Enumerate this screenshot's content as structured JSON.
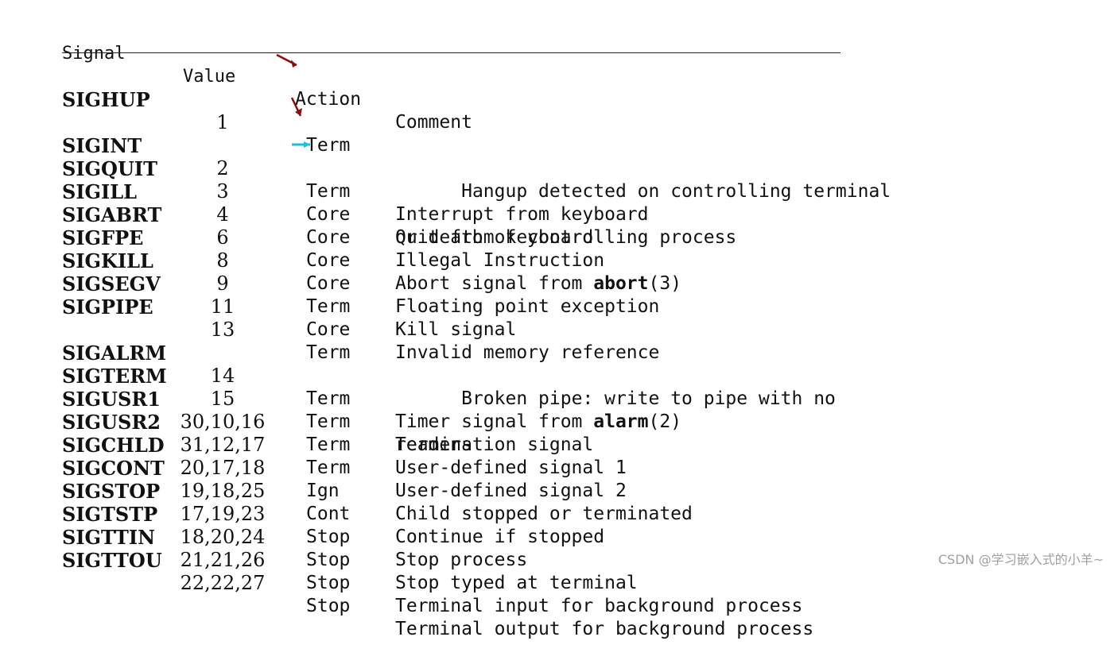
{
  "table": {
    "headers": {
      "signal": "Signal",
      "value": "Value",
      "action": "Action",
      "comment": "Comment"
    },
    "rows": [
      {
        "signal": "SIGHUP",
        "value": "1",
        "action": "Term",
        "comment": "Hangup detected on controlling terminal",
        "comment2": "or death of controlling process"
      },
      {
        "signal": "SIGINT",
        "value": "2",
        "action": "Term",
        "comment": "Interrupt from keyboard"
      },
      {
        "signal": "SIGQUIT",
        "value": "3",
        "action": "Core",
        "comment": "Quit from keyboard"
      },
      {
        "signal": "SIGILL",
        "value": "4",
        "action": "Core",
        "comment": "Illegal Instruction"
      },
      {
        "signal": "SIGABRT",
        "value": "6",
        "action": "Core",
        "comment_pre": "Abort signal from ",
        "comment_bold": "abort",
        "comment_post": "(3)"
      },
      {
        "signal": "SIGFPE",
        "value": "8",
        "action": "Core",
        "comment": "Floating point exception"
      },
      {
        "signal": "SIGKILL",
        "value": "9",
        "action": "Term",
        "comment": "Kill signal"
      },
      {
        "signal": "SIGSEGV",
        "value": "11",
        "action": "Core",
        "comment": "Invalid memory reference"
      },
      {
        "signal": "SIGPIPE",
        "value": "13",
        "action": "Term",
        "comment": "Broken pipe: write to pipe with no",
        "comment2": "readers"
      },
      {
        "signal": "SIGALRM",
        "value": "14",
        "action": "Term",
        "comment_pre": "Timer signal from ",
        "comment_bold": "alarm",
        "comment_post": "(2)"
      },
      {
        "signal": "SIGTERM",
        "value": "15",
        "action": "Term",
        "comment": "Termination signal"
      },
      {
        "signal": "SIGUSR1",
        "value": "30,10,16",
        "action": "Term",
        "comment": "User-defined signal 1"
      },
      {
        "signal": "SIGUSR2",
        "value": "31,12,17",
        "action": "Term",
        "comment": "User-defined signal 2"
      },
      {
        "signal": "SIGCHLD",
        "value": "20,17,18",
        "action": "Ign",
        "comment": "Child stopped or terminated"
      },
      {
        "signal": "SIGCONT",
        "value": "19,18,25",
        "action": "Cont",
        "comment": "Continue if stopped"
      },
      {
        "signal": "SIGSTOP",
        "value": "17,19,23",
        "action": "Stop",
        "comment": "Stop process"
      },
      {
        "signal": "SIGTSTP",
        "value": "18,20,24",
        "action": "Stop",
        "comment": "Stop typed at terminal"
      },
      {
        "signal": "SIGTTIN",
        "value": "21,21,26",
        "action": "Stop",
        "comment": "Terminal input for background process"
      },
      {
        "signal": "SIGTTOU",
        "value": "22,22,27",
        "action": "Stop",
        "comment": "Terminal output for background process"
      }
    ]
  },
  "watermark": "CSDN @学习嵌入式的小羊~",
  "colors": {
    "text": "#111111",
    "arrow_red": "#8b0d0d",
    "arrow_cyan": "#13c5d0",
    "watermark": "#a0a0a0"
  }
}
